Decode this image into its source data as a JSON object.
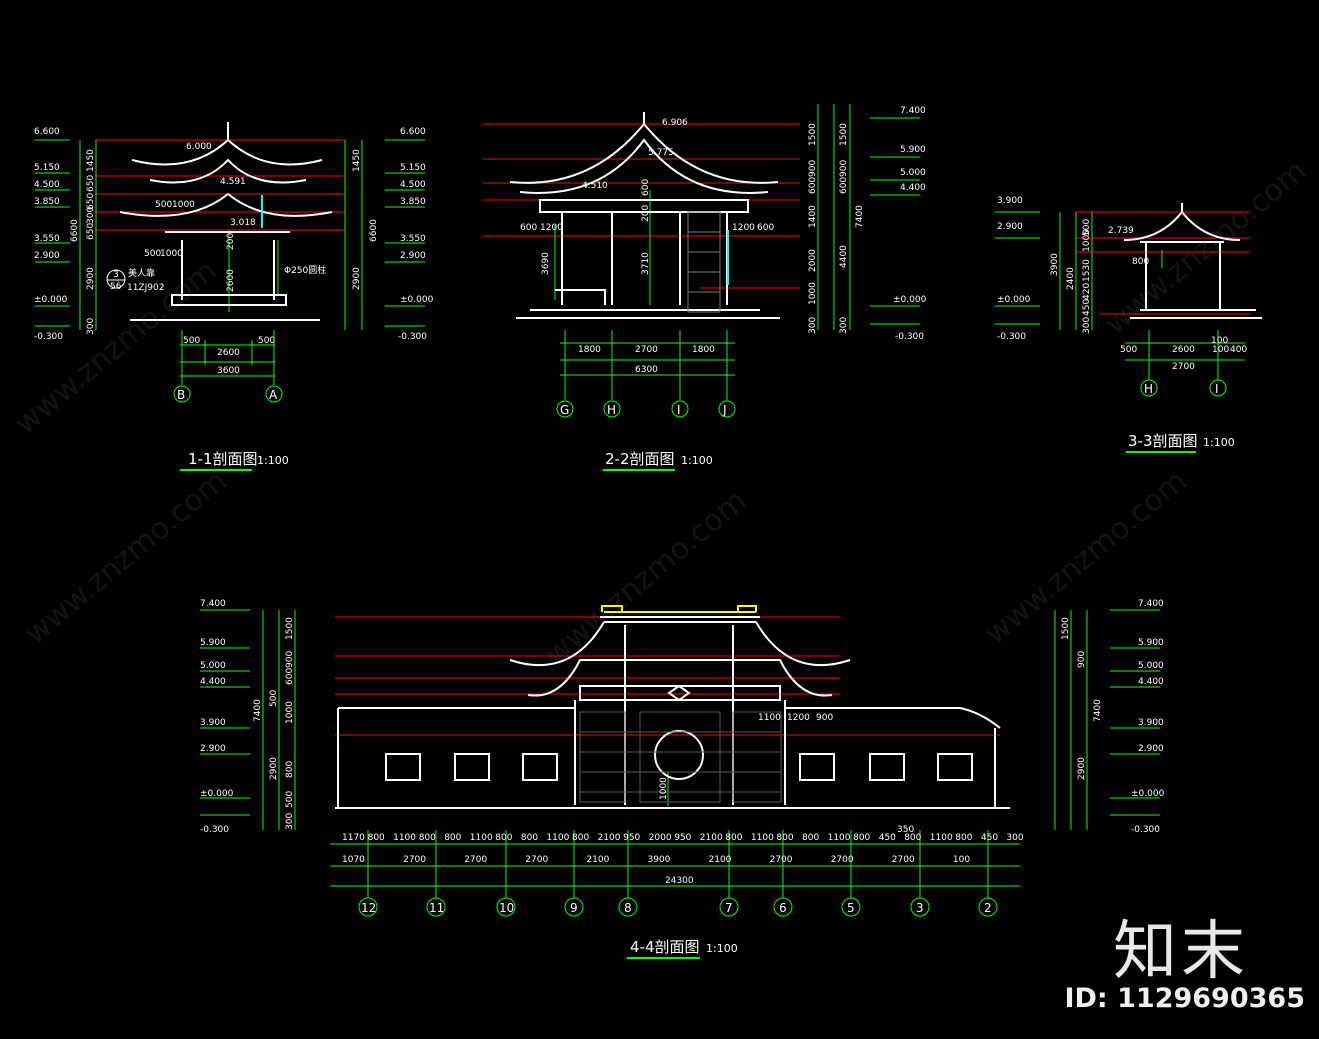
{
  "colors": {
    "background": "#000000",
    "dimension": "#00ff00",
    "level_line": "#ff0000",
    "outline": "#ffffff",
    "accent_cyan": "#00ffff",
    "accent_yellow": "#ffff00"
  },
  "sections": {
    "s1": {
      "title": "1-1剖面图",
      "scale": "1:100",
      "levels_left": [
        "6.600",
        "5.150",
        "4.500",
        "3.850",
        "3.550",
        "2.900",
        "±0.000",
        "-0.300"
      ],
      "levels_right": [
        "6.600",
        "5.150",
        "4.500",
        "3.850",
        "3.550",
        "2.900",
        "±0.000",
        "-0.300"
      ],
      "vdims": [
        "1450",
        "650",
        "650",
        "300",
        "650",
        "2900",
        "300",
        "6600"
      ],
      "inner_levels": [
        "6.000",
        "4.591",
        "3.018"
      ],
      "inner_dims": [
        "500",
        "1000",
        "500",
        "1000",
        "200",
        "2600"
      ],
      "hdims_top": [
        "500",
        "2600",
        "500"
      ],
      "hdims_total": "3600",
      "axes": [
        "B",
        "A"
      ],
      "note_detail": "3",
      "note_sheet": "56",
      "note_label": "美人靠",
      "note_code": "11ZJ902",
      "note_column": "Φ250圆柱"
    },
    "s2": {
      "title": "2-2剖面图",
      "scale": "1:100",
      "levels_right": [
        "7.400",
        "5.900",
        "5.000",
        "4.400",
        "±0.000",
        "-0.300"
      ],
      "inner_levels": [
        "6.906",
        "5.775",
        "4.510"
      ],
      "vdims": [
        "1500",
        "900",
        "600",
        "1400",
        "2000",
        "1000",
        "300"
      ],
      "vdims2": [
        "1500",
        "900",
        "600",
        "4400",
        "300",
        "7400"
      ],
      "inner_dims": [
        "600",
        "1200",
        "600",
        "200",
        "1200",
        "600",
        "3690",
        "3710"
      ],
      "hdims_top": [
        "1800",
        "2700",
        "1800"
      ],
      "hdims_total": "6300",
      "axes": [
        "G",
        "H",
        "I",
        "J"
      ]
    },
    "s3": {
      "title": "3-3剖面图",
      "scale": "1:100",
      "levels_left": [
        "3.900",
        "2.900",
        "±0.000",
        "-0.300"
      ],
      "inner_levels": [
        "2.739"
      ],
      "vdims": [
        "500",
        "1000",
        "1530",
        "420",
        "450",
        "300",
        "2400",
        "3900"
      ],
      "inner_dims": [
        "800"
      ],
      "hdims_top": [
        "500",
        "2600",
        "100",
        "400"
      ],
      "hdims_total": "2700",
      "small_dim": "100",
      "axes": [
        "H",
        "I"
      ]
    },
    "s4": {
      "title": "4-4剖面图",
      "scale": "1:100",
      "levels_left": [
        "7.400",
        "5.900",
        "5.000",
        "4.400",
        "3.900",
        "2.900",
        "±0.000",
        "-0.300"
      ],
      "levels_right": [
        "7.400",
        "5.900",
        "5.000",
        "4.400",
        "3.900",
        "2.900",
        "±0.000",
        "-0.300"
      ],
      "vdims": [
        "1500",
        "900",
        "600",
        "500",
        "1000",
        "2900",
        "800",
        "500",
        "300",
        "7400"
      ],
      "inner_dims": [
        "1100",
        "1200",
        "900",
        "1000",
        "350"
      ],
      "row1": [
        "1170",
        "800",
        "1100",
        "800",
        "800",
        "1100",
        "800",
        "800",
        "1100",
        "800",
        "2100",
        "950",
        "2000",
        "950",
        "2100",
        "800",
        "1100",
        "800",
        "800",
        "1100",
        "800",
        "450",
        "800",
        "1100",
        "800",
        "450",
        "300"
      ],
      "row2": [
        "1070",
        "2700",
        "2700",
        "2700",
        "2100",
        "3900",
        "2100",
        "2700",
        "2700",
        "2700",
        "100"
      ],
      "total": "24300",
      "axes": [
        "12",
        "11",
        "10",
        "9",
        "8",
        "7",
        "6",
        "5",
        "3",
        "2"
      ]
    }
  },
  "watermark": {
    "brand": "知末",
    "id_text": "ID: 1129690365",
    "site": "www.znzmo.com"
  }
}
